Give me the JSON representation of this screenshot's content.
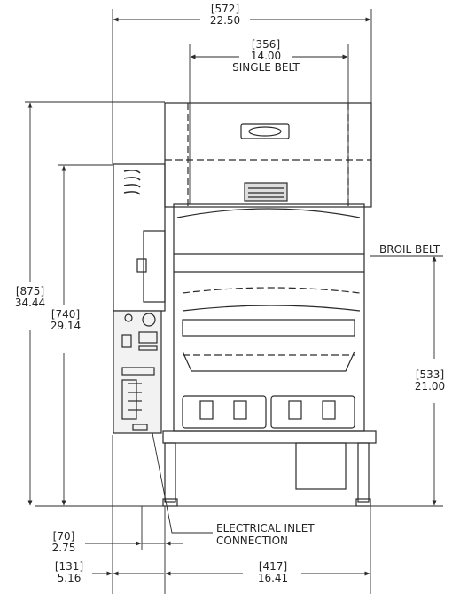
{
  "dimensions": {
    "overall_width": {
      "mm": "[572]",
      "in": "22.50"
    },
    "belt_width": {
      "mm": "[356]",
      "in": "14.00",
      "label": "SINGLE BELT"
    },
    "overall_height": {
      "mm": "[875]",
      "in": "34.44"
    },
    "body_height": {
      "mm": "[740]",
      "in": "29.14"
    },
    "broil_belt_height": {
      "mm": "[533]",
      "in": "21.00",
      "label": "BROIL BELT"
    },
    "inlet_offset": {
      "mm": "[70]",
      "in": "2.75"
    },
    "inlet_side": {
      "mm": "[131]",
      "in": "5.16"
    },
    "leg_span": {
      "mm": "[417]",
      "in": "16.41"
    }
  },
  "callouts": {
    "electrical_inlet": [
      "ELECTRICAL INLET",
      "CONNECTION"
    ]
  },
  "colors": {
    "line": "#2a2a2a",
    "panel": "#f2f2f2"
  }
}
